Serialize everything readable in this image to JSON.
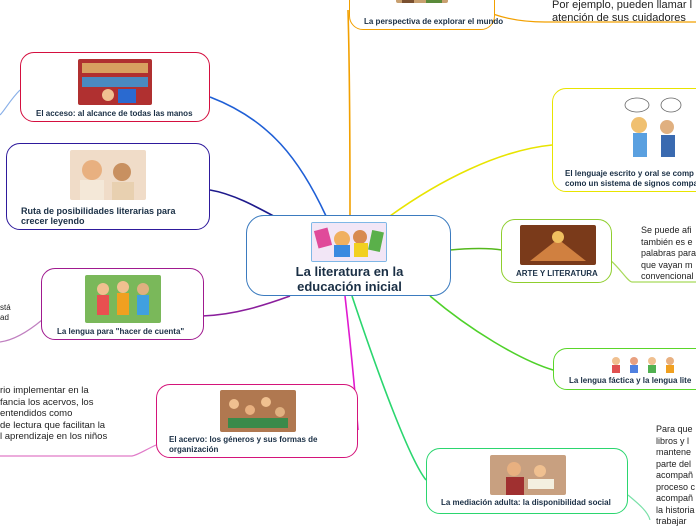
{
  "center": {
    "title": "La literatura en la educación inicial"
  },
  "nodes": {
    "explorar": "La perspectiva de explorar el mundo",
    "acceso": "El acceso: al alcance de todas las manos",
    "ruta": "Ruta de posibilidades literarias para crecer leyendo",
    "hacer_cuenta": "La lengua para \"hacer de cuenta\"",
    "acervo": "El acervo: los géneros y sus formas de organización",
    "lenguaje": "El lenguaje escrito y oral se comp como un sistema de signos compa",
    "arte": "ARTE Y LITERATURA",
    "factica": "La lengua fáctica y la lengua lite",
    "mediacion": "La mediación adulta: la disponibilidad social"
  },
  "notes": {
    "top_right": [
      "Por ejemplo, pueden llamar l",
      "atención de sus cuidadores"
    ],
    "arte_right": [
      "Se puede afi",
      "también es e",
      "palabras para",
      "que vayan m",
      "convencional"
    ],
    "left_small": [
      "stá",
      "ad"
    ],
    "acervo_left": [
      "rio implementar en la",
      "fancia los acervos, los",
      "entendidos como",
      "de lectura que facilitan la",
      "l aprendizaje en los niños"
    ],
    "mediacion_right": [
      "Para que",
      "libros y l",
      "mantene",
      "parte del",
      "acompañ",
      "proceso c",
      "acompañ",
      "la historia",
      "trabajar"
    ]
  },
  "colors": {
    "center_border": "#3b7bbf",
    "explorar": "#f2a000",
    "acceso": "#d40f3f",
    "ruta": "#2e1a9c",
    "hacer_cuenta": "#a01a8f",
    "acervo": "#d4147a",
    "lenguaje": "#e8e400",
    "arte": "#8fce2e",
    "factica": "#5ad629",
    "mediacion": "#2bd66f"
  }
}
